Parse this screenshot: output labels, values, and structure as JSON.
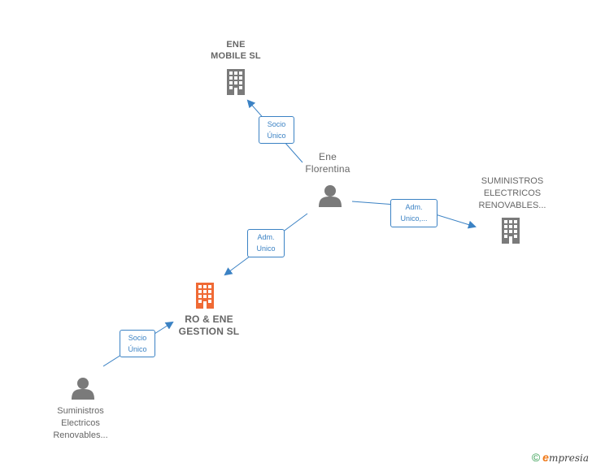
{
  "nodes": {
    "ene_mobile": {
      "lines": [
        "ENE",
        "MOBILE  SL"
      ]
    },
    "ene_florentina": {
      "lines": [
        "Ene",
        "Florentina"
      ]
    },
    "suministros_company": {
      "lines": [
        "SUMINISTROS",
        "ELECTRICOS",
        "RENOVABLES..."
      ]
    },
    "ro_ene": {
      "lines": [
        "RO & ENE",
        "GESTION  SL"
      ]
    },
    "suministros_person": {
      "lines": [
        "Suministros",
        "Electricos",
        "Renovables..."
      ]
    }
  },
  "edges": {
    "e1": {
      "lines": [
        "Socio",
        "Único"
      ]
    },
    "e2": {
      "lines": [
        "Adm.",
        "Unico,..."
      ]
    },
    "e3": {
      "lines": [
        "Adm.",
        "Unico"
      ]
    },
    "e4": {
      "lines": [
        "Socio",
        "Único"
      ]
    }
  },
  "colors": {
    "edge": "#3b82c4",
    "icon_gray": "#7a7a7a",
    "icon_highlight": "#f06a35",
    "text": "#666666"
  },
  "brand": {
    "symbol": "©",
    "initial": "e",
    "rest": "mpresia"
  }
}
